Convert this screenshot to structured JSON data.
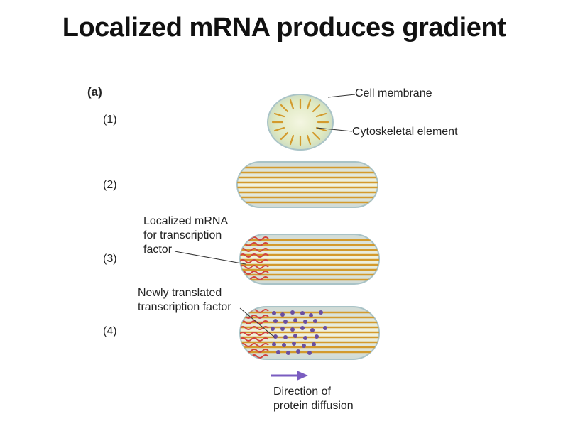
{
  "title": "Localized mRNA produces gradient",
  "panel_label": "(a)",
  "stages": [
    "(1)",
    "(2)",
    "(3)",
    "(4)"
  ],
  "labels": {
    "cell_membrane": "Cell membrane",
    "cytoskeletal_element": "Cytoskeletal element",
    "localized_mrna": [
      "Localized mRNA",
      "for transcription",
      "factor"
    ],
    "newly_translated": [
      "Newly translated",
      "transcription factor"
    ],
    "direction": [
      "Direction of",
      "protein diffusion"
    ]
  },
  "colors": {
    "cell_fill": "#e7efc8",
    "cell_edge": "#a9c3c7",
    "cytoskeleton": "#d39a2c",
    "mrna": "#d2433e",
    "protein": "#6a4fa0",
    "arrow": "#7a5cc0"
  }
}
